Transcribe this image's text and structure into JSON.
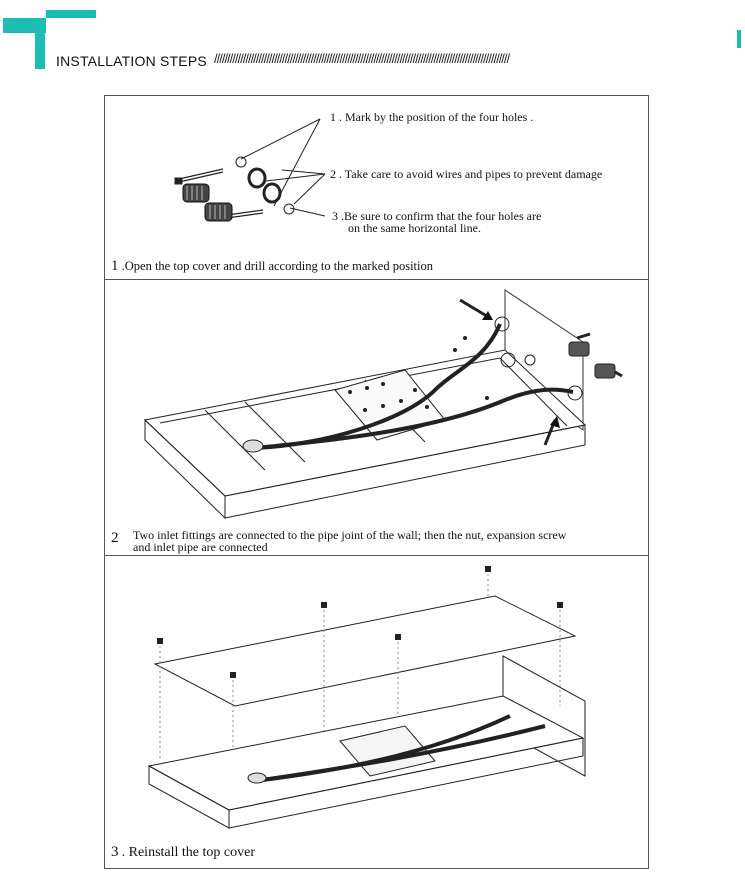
{
  "header": {
    "title": "INSTALLATION STEPS",
    "slashes": "/////////////////////////////////////////////////////////////////////////////////////////////////////////////////"
  },
  "colors": {
    "accent": "#1dbdb3",
    "line": "#333333"
  },
  "steps": [
    {
      "number": "1",
      "caption": ".Open the top cover and drill according  to the marked position",
      "notes": [
        {
          "num": "1 .",
          "text": "Mark by the position of the four holes ."
        },
        {
          "num": "2 .",
          "text": "Take care to avoid wires and pipes to prevent damage"
        },
        {
          "num": "3 .",
          "text": "Be sure to confirm that the four holes are",
          "text2": "on the same horizontal line."
        }
      ]
    },
    {
      "number": "2",
      "caption": "Two inlet fittings are connected to the pipe joint of the wall; then the nut, expansion screw",
      "caption2": "and inlet pipe are connected"
    },
    {
      "number": "3",
      "caption": ". Reinstall the top cover"
    }
  ]
}
